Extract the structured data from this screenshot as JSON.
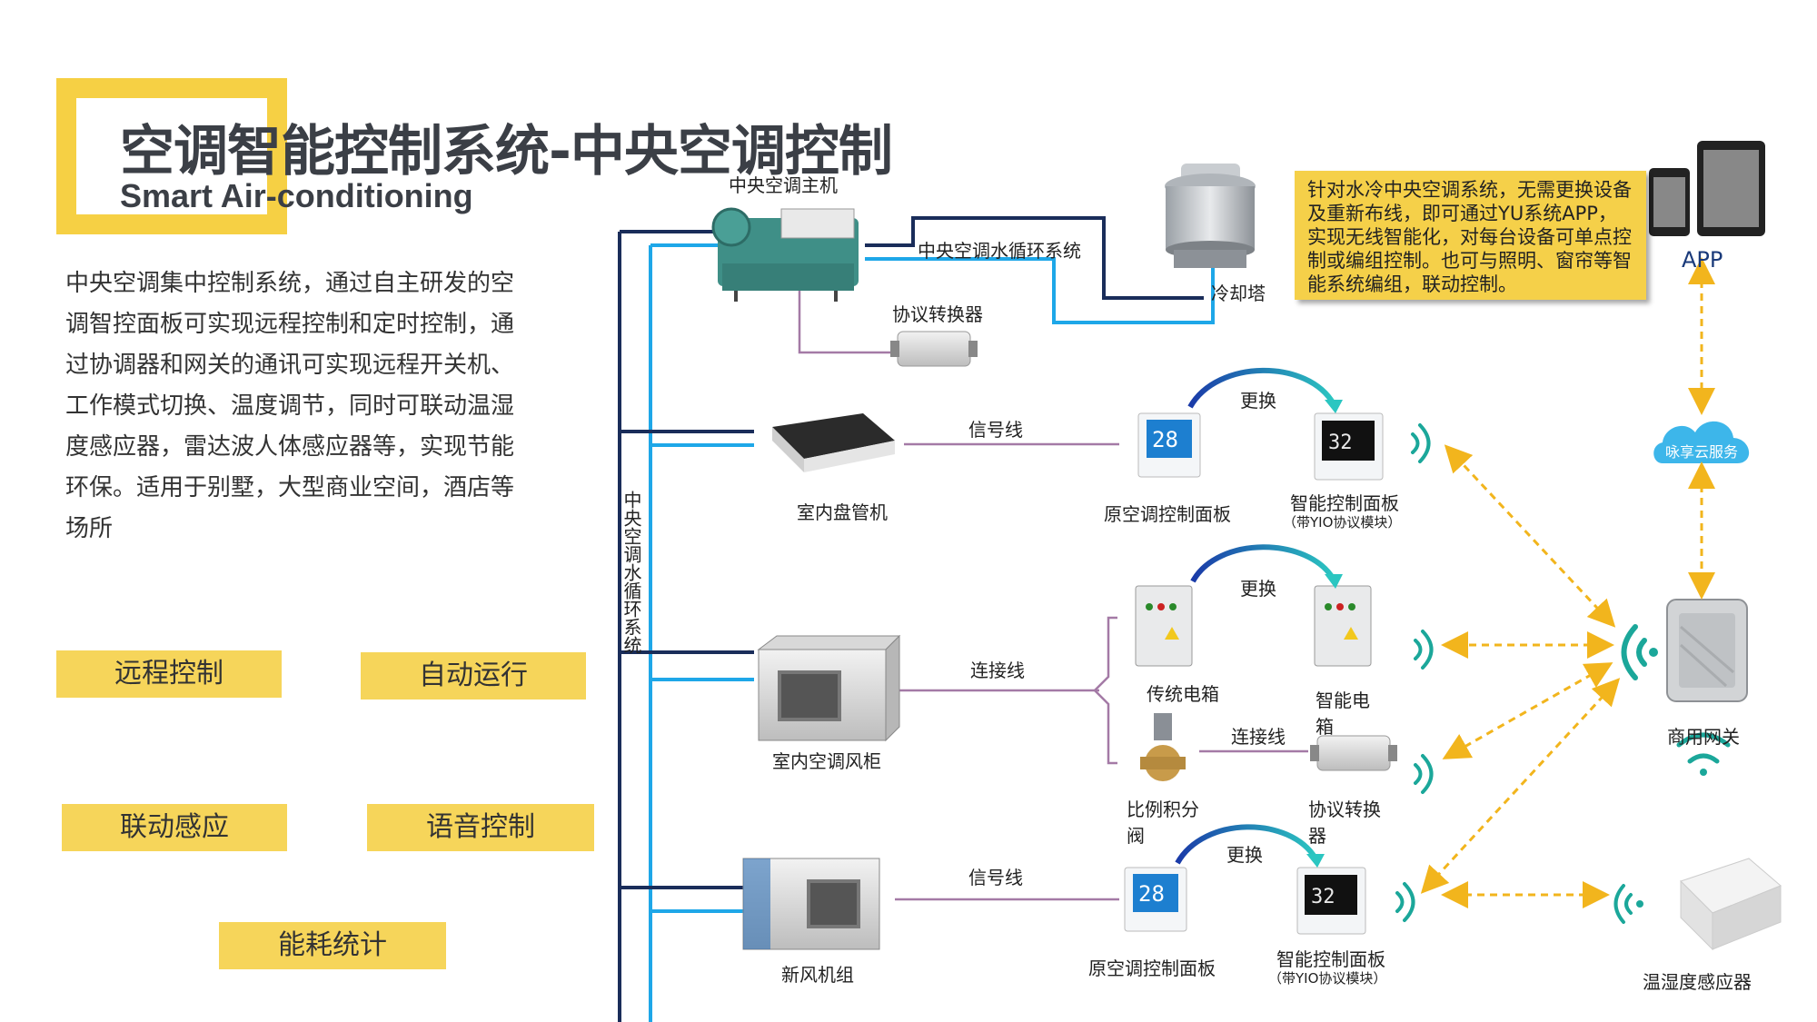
{
  "header": {
    "title": "空调智能控制系统-中央空调控制",
    "subtitle": "Smart Air-conditioning"
  },
  "description": "中央空调集中控制系统，通过自主研发的空调智控面板可实现远程控制和定时控制，通过协调器和网关的通讯可实现远程开关机、工作模式切换、温度调节，同时可联动温湿度感应器，雷达波人体感应器等，实现节能环保。适用于别墅，大型商业空间，酒店等场所",
  "features": [
    "远程控制",
    "自动运行",
    "联动感应",
    "语音控制",
    "能耗统计"
  ],
  "diagram": {
    "main_unit": "中央空调主机",
    "water_loop": "中央空调水循环系统",
    "cooling_tower": "冷却塔",
    "protocol_converter": "协议转换器",
    "water_loop_vertical": "中央空调水循环系统",
    "signal_line": "信号线",
    "connect_line": "连接线",
    "replace": "更换",
    "indoor_coil": "室内盘管机",
    "orig_panel": "原空调控制面板",
    "smart_panel": "智能控制面板",
    "smart_panel_sub": "（带YIO协议模块）",
    "ahu": "室内空调风柜",
    "trad_box": "传统电箱",
    "smart_box": "智能电箱",
    "valve": "比例积分阀",
    "protocol_converter2": "协议转换器",
    "fresh_air": "新风机组",
    "gateway": "商用网关",
    "sensor": "温湿度感应器",
    "cloud": "咏享云服务",
    "app": "APP",
    "panel_temp": "28",
    "smart_temp": "32"
  },
  "note": "针对水冷中央空调系统，无需更换设备及重新布线，即可通过YU系统APP，实现无线智能化，对每台设备可单点控制或编组控制。也可与照明、窗帘等智能系统编组，联动控制。",
  "colors": {
    "accent_yellow": "#f6d044",
    "pipe_navy": "#1a2d5a",
    "pipe_cyan": "#1ea7e8",
    "line_purple": "#a47aa6",
    "dashed_orange": "#f2b51d",
    "wifi_teal": "#1ba79a"
  }
}
